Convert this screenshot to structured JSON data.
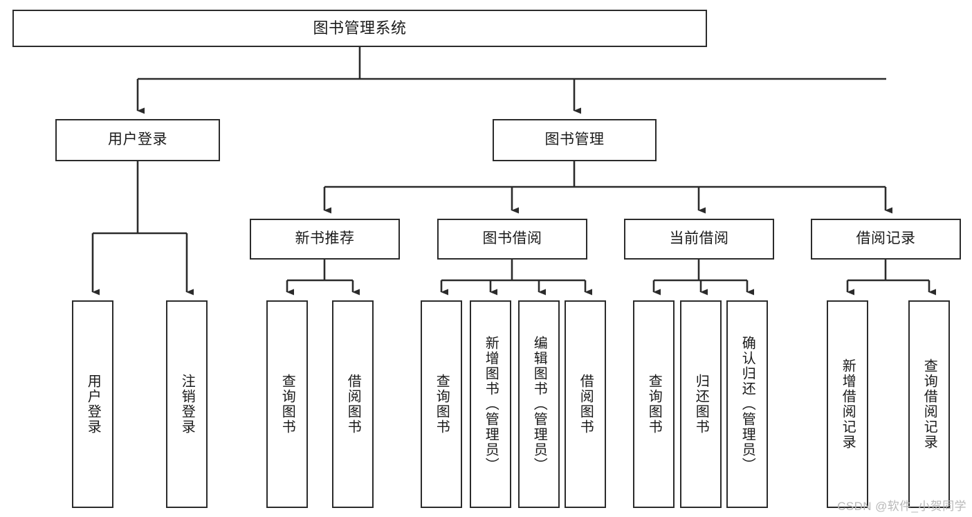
{
  "diagram": {
    "type": "tree-hierarchy-chart",
    "title": "图书管理系统",
    "watermark": "CSDN @软件_小贺同学",
    "colors": {
      "box_border": "#2b2b2b",
      "box_fill": "#ffffff",
      "connector": "#2b2b2b",
      "text": "#1a1a1a",
      "watermark": "#b8b8b8"
    },
    "root": {
      "label": "图书管理系统"
    },
    "level1": [
      {
        "label": "用户登录"
      },
      {
        "label": "图书管理"
      }
    ],
    "level2": [
      {
        "label": "新书推荐"
      },
      {
        "label": "图书借阅"
      },
      {
        "label": "当前借阅"
      },
      {
        "label": "借阅记录"
      }
    ],
    "leaves": {
      "user_login": [
        {
          "label": "用户登录"
        },
        {
          "label": "注销登录"
        }
      ],
      "new_book_recommend": [
        {
          "label": "查询图书"
        },
        {
          "label": "借阅图书"
        }
      ],
      "book_borrow": [
        {
          "label": "查询图书"
        },
        {
          "label": "新增图书（管理员）"
        },
        {
          "label": "编辑图书（管理员）"
        },
        {
          "label": "借阅图书"
        }
      ],
      "current_borrow": [
        {
          "label": "查询图书"
        },
        {
          "label": "归还图书"
        },
        {
          "label": "确认归还（管理员）"
        }
      ],
      "borrow_record": [
        {
          "label": "新增借阅记录"
        },
        {
          "label": "查询借阅记录"
        }
      ]
    }
  }
}
